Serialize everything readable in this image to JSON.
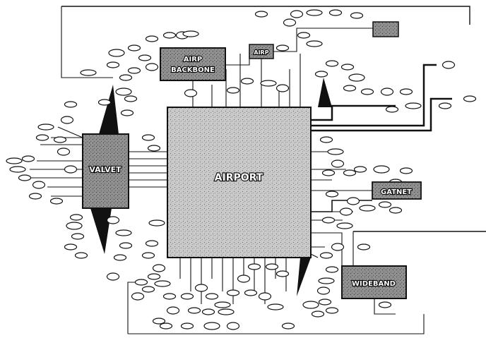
{
  "colors": {
    "ink": "#111111",
    "block_fill": "#bdbdbd",
    "block_dark": "#7a7a7a",
    "background": "#ffffff"
  },
  "blocks": {
    "main": "AIRPORT",
    "left": "VALVET",
    "top_left": [
      "AIRP",
      "BACKBONE"
    ],
    "top_small": "AIRP",
    "right_mid": "GATNET",
    "bottom_right": "WIDEBAND"
  }
}
